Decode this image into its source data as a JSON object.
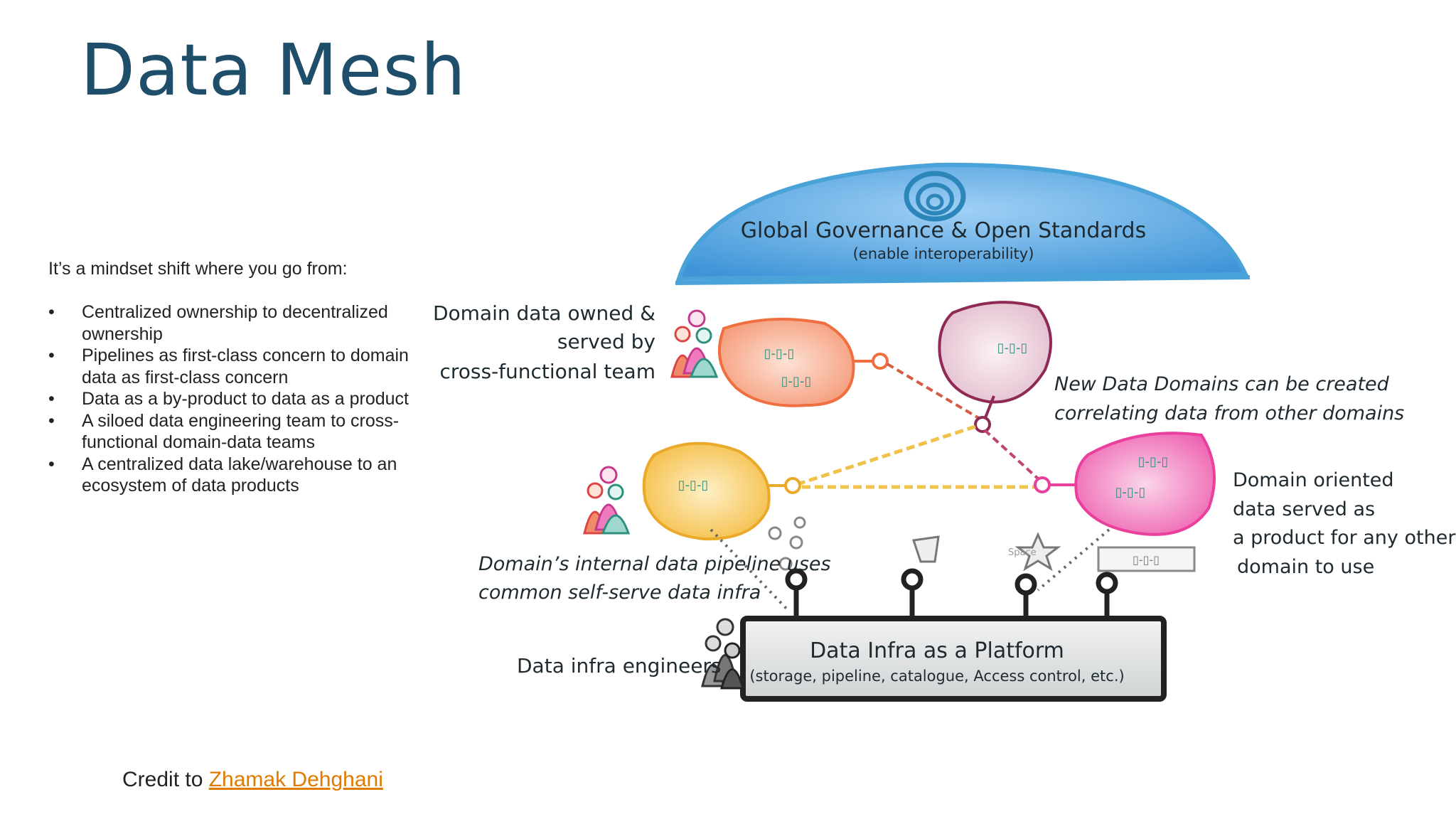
{
  "title": "Data Mesh",
  "intro": "It’s a mindset shift where you go from:",
  "bullets": [
    {
      "line1": "Centralized ownership to decentralized",
      "line2": "ownership"
    },
    {
      "line1": "Pipelines as first-class concern to domain",
      "line2": "data as first-class concern"
    },
    {
      "line1": "Data as a by-product to data as a product",
      "line2": ""
    },
    {
      "line1": "A siloed data engineering team to cross-",
      "line2": "functional domain-data teams"
    },
    {
      "line1": "A centralized data lake/warehouse to an",
      "line2": "ecosystem of data products"
    }
  ],
  "bullet_symbol": "•",
  "credit": {
    "prefix": "Credit to ",
    "link": "Zhamak Dehghani"
  },
  "diagram": {
    "governance": {
      "title": "Global Governance & Open Standards",
      "subtitle": "(enable interoperability)"
    },
    "platform": {
      "title": "Data Infra as a Platform",
      "subtitle": "(storage, pipeline, catalogue, Access control, etc.)"
    },
    "labels": {
      "owned_1": "Domain data owned &",
      "owned_2": "served by",
      "owned_3": "cross-functional team",
      "new_1": "New Data Domains can be created",
      "new_2": "correlating data from other domains",
      "oriented_1": "Domain oriented",
      "oriented_2": "data served as",
      "oriented_3": "a product for any other",
      "oriented_4": "domain to use",
      "pipeline_1": "Domain’s internal data pipeline uses",
      "pipeline_2": "common self-serve data infra",
      "engineers": "Data infra engineers",
      "space_icon_text": "Space"
    },
    "node_glyph": "▯-▯-▯"
  },
  "colors": {
    "title": "#1f4e6b",
    "governance": "#5aa9e6",
    "domain_orange": "#f08a6a",
    "domain_yellow": "#f5c04a",
    "domain_pink": "#f06ab4",
    "domain_plum": "#b05a86",
    "link": "#e07b00"
  }
}
